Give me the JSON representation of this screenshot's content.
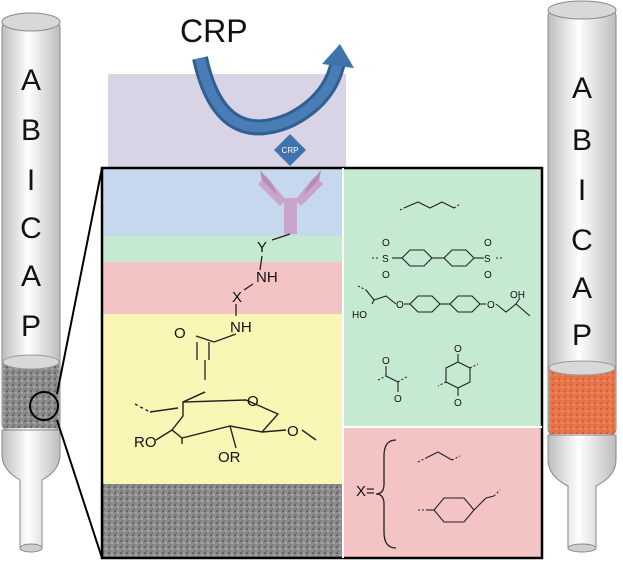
{
  "left_column": {
    "letters": [
      "A",
      "B",
      "I",
      "C",
      "A",
      "P"
    ]
  },
  "right_column": {
    "letters": [
      "A",
      "B",
      "I",
      "C",
      "A",
      "P"
    ]
  },
  "top": {
    "analyte_label": "CRP",
    "badge_label": "CRP"
  },
  "linker": {
    "y_label": "Y",
    "nh_upper": "NH",
    "x_label": "X",
    "nh_lower": "NH",
    "carbonyl_o": "O",
    "ring_o": "O",
    "ro_label": "RO",
    "or_label": "OR"
  },
  "y_options": {
    "biphenyl_oh": "OH",
    "biphenyl_ho": "HO",
    "biphenyl_o_left": "O",
    "biphenyl_o_right": "O",
    "sulfone_o": "O",
    "sulfone_s": "S",
    "acyl_o": "O",
    "quinone_o": "O"
  },
  "x_options": {
    "label": "X="
  },
  "colors": {
    "panel_blue": "#c5d8ee",
    "panel_green": "#c6ead1",
    "panel_pink": "#f4c4c4",
    "panel_yellow": "#f9f6b6",
    "panel_gray": "#9a9a9a",
    "top_purple": "#d8d4e6",
    "arrow_blue": "#2f5f93",
    "antibody": "#c9a6c9",
    "orange_fill": "#e8764a"
  }
}
